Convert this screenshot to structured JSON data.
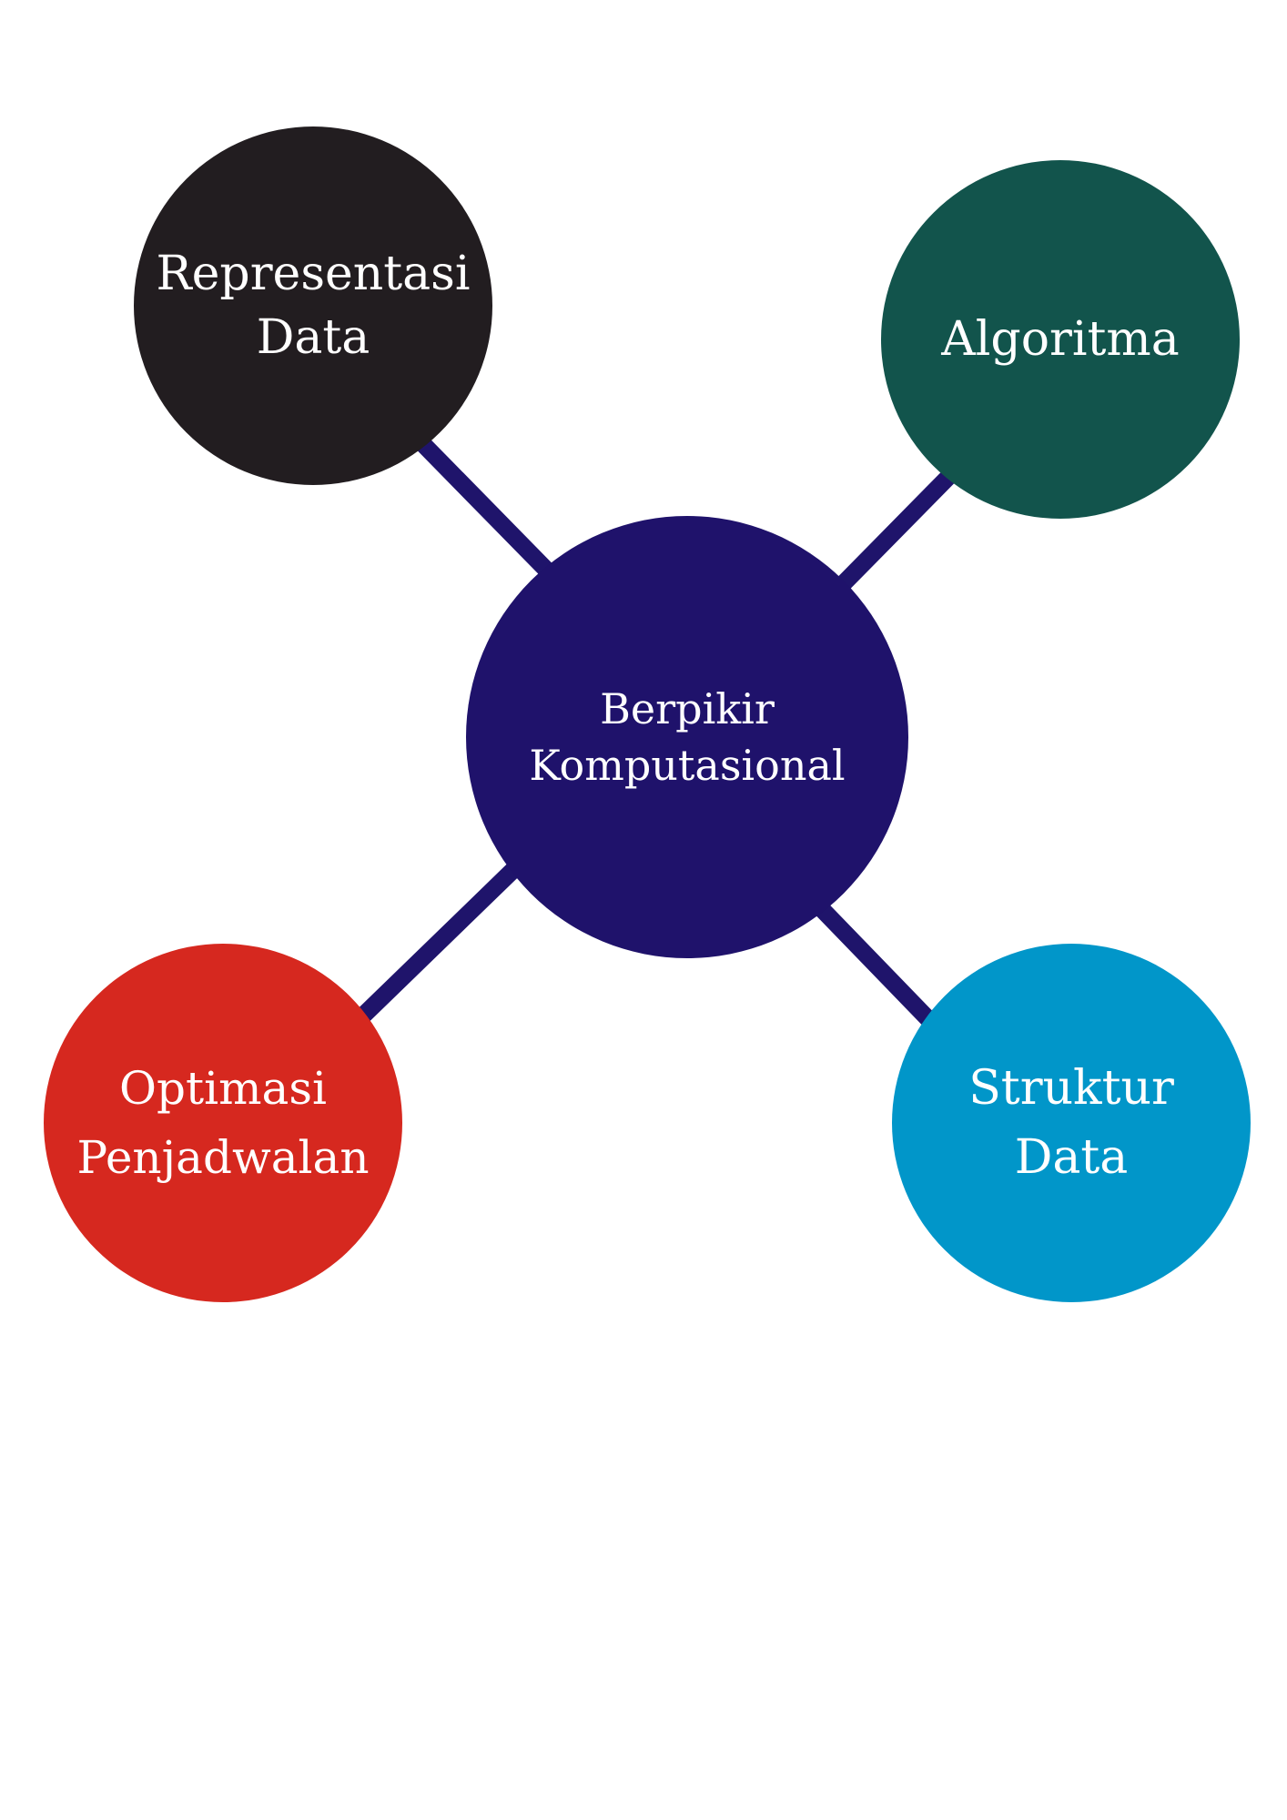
{
  "colors": {
    "connector": "#1f146b",
    "center": "#1f126b",
    "representasi": "#221d20",
    "algoritma": "#12544c",
    "optimasi": "#d6281f",
    "struktur": "#0196c9"
  },
  "center": {
    "line1": "Berpikir",
    "line2": "Komputasional"
  },
  "nodes": {
    "representasi": {
      "line1": "Representasi",
      "line2": "Data"
    },
    "algoritma": {
      "line1": "Algoritma"
    },
    "optimasi": {
      "line1": "Optimasi",
      "line2": "Penjadwalan"
    },
    "struktur": {
      "line1": "Struktur",
      "line2": "Data"
    }
  }
}
